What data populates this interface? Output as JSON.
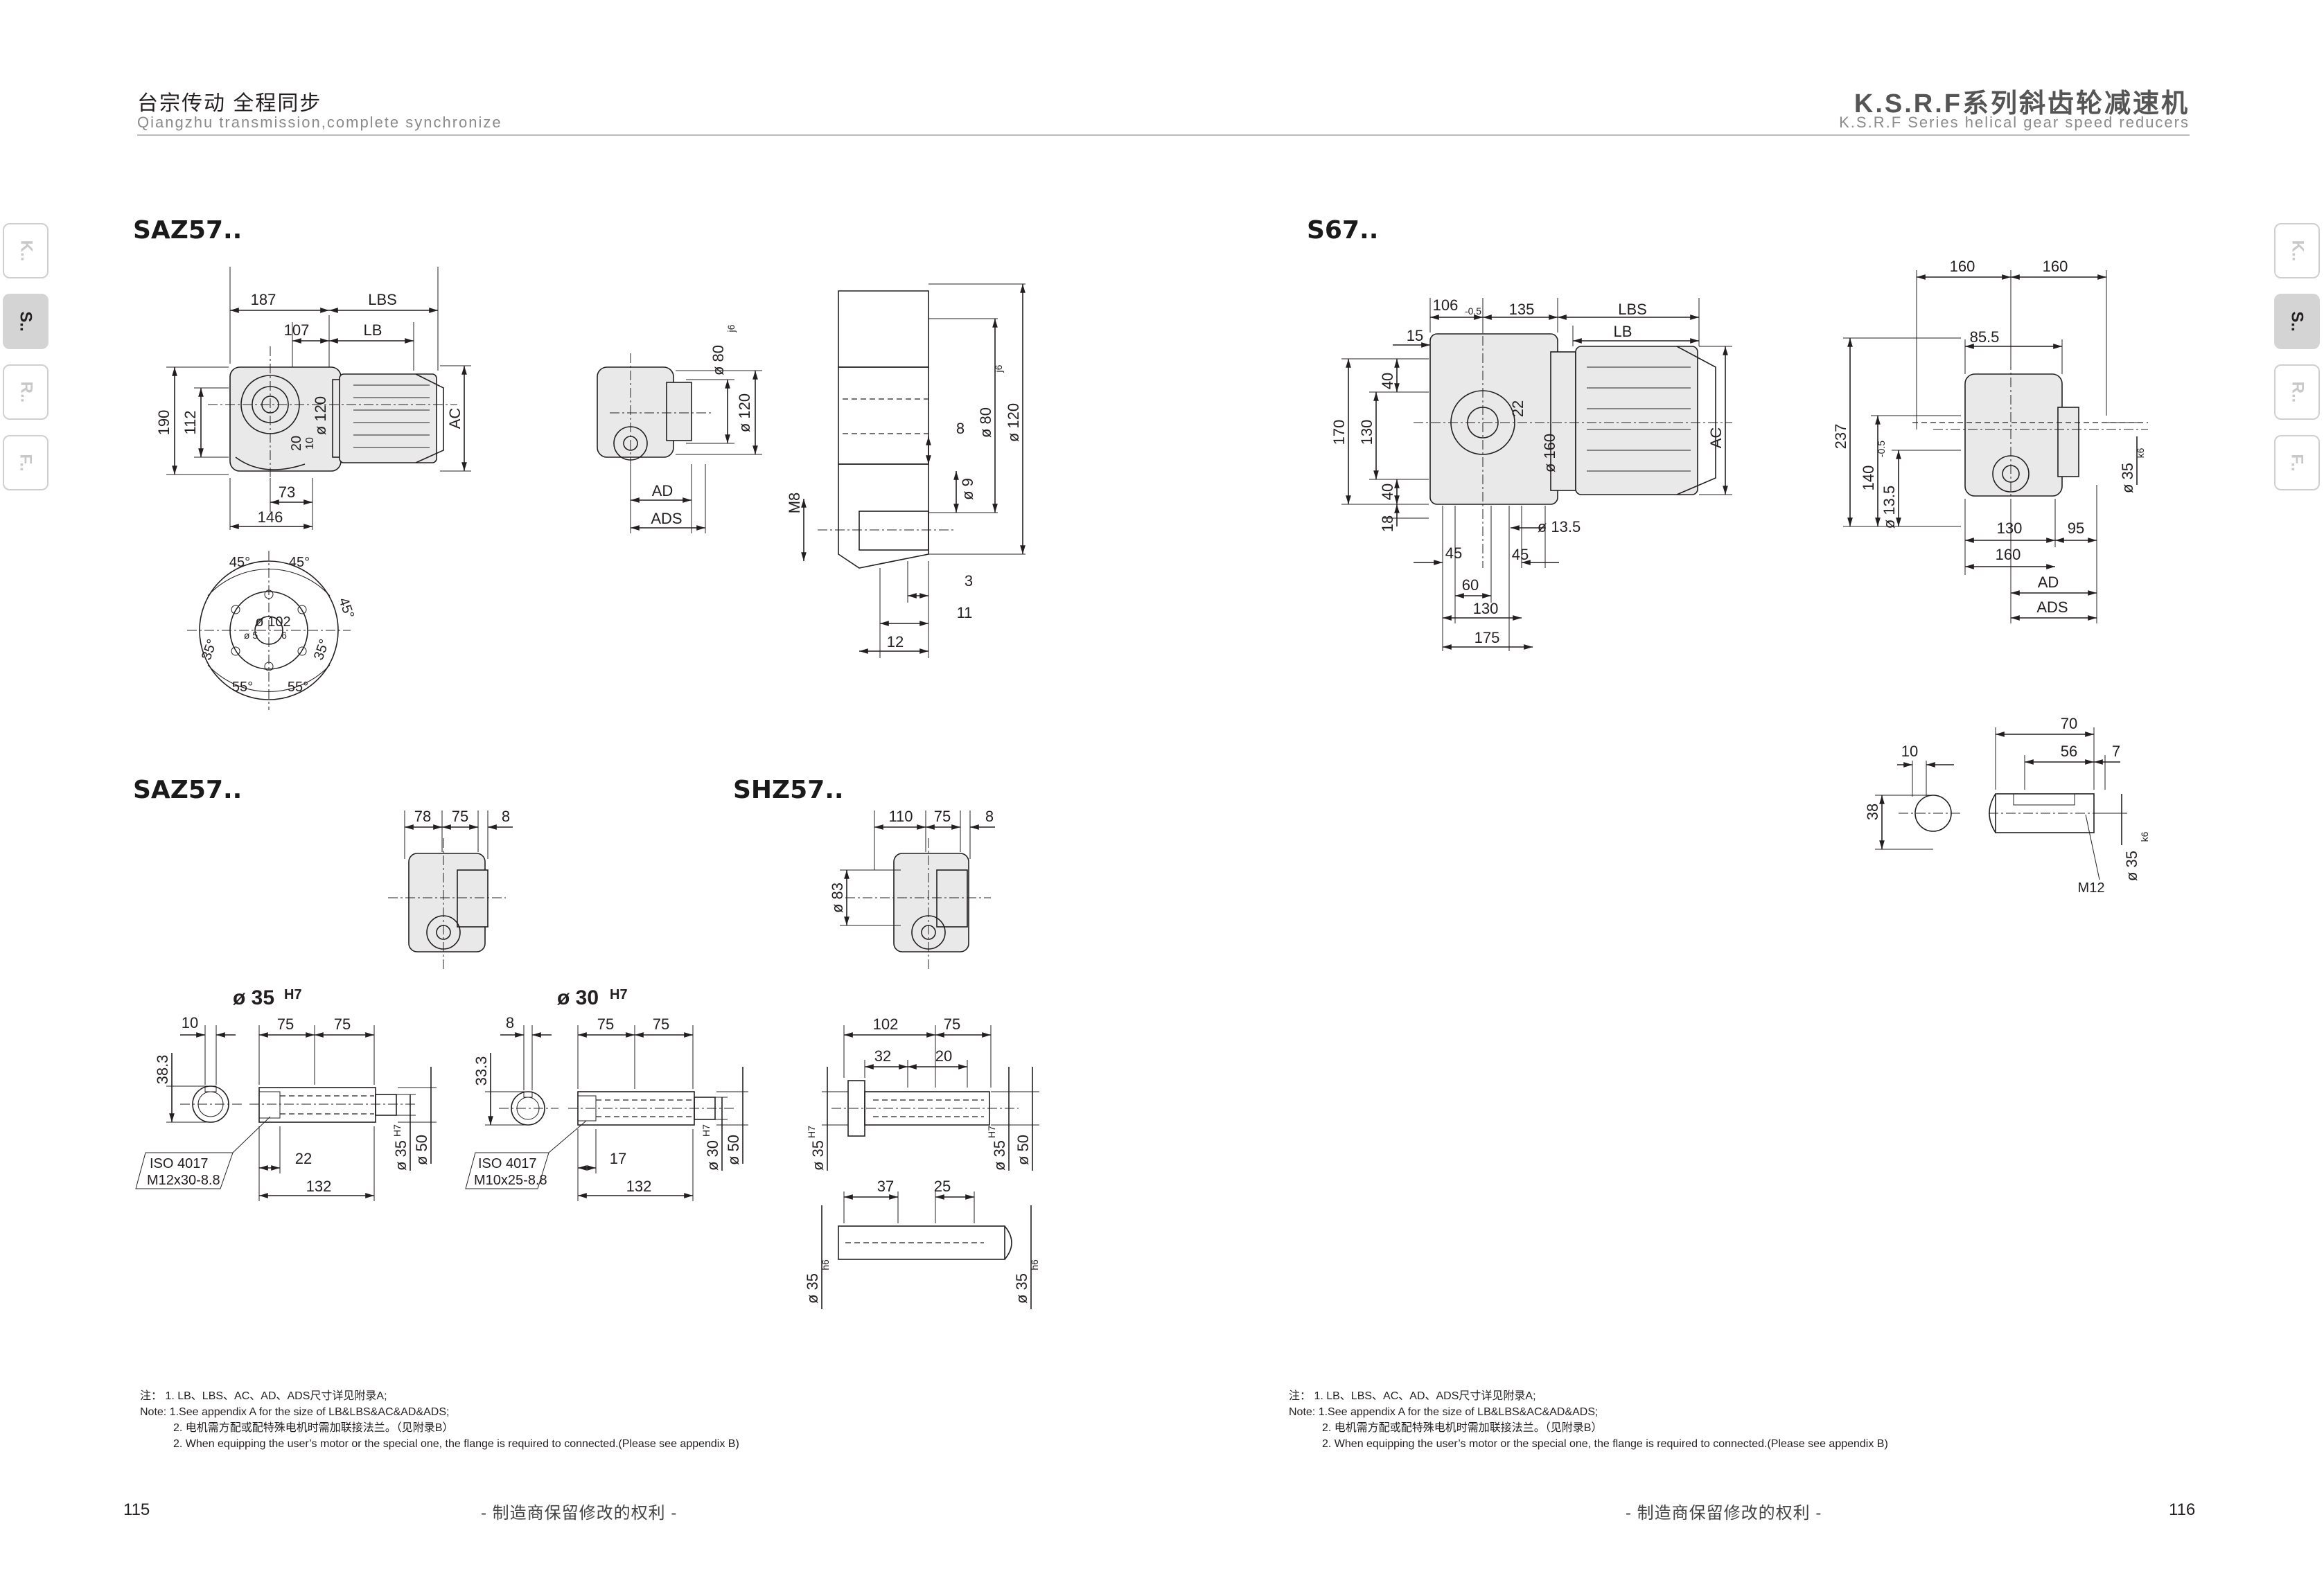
{
  "header": {
    "left_cn": "台宗传动   全程同步",
    "left_en": "Qiangzhu transmission,complete synchronize",
    "right_cn": "K.S.R.F系列斜齿轮减速机",
    "right_en": "K.S.R.F Series helical gear speed reducers"
  },
  "side_tabs": {
    "items": [
      {
        "label": "K..",
        "active": false
      },
      {
        "label": "S..",
        "active": true
      },
      {
        "label": "R..",
        "active": false
      },
      {
        "label": "F..",
        "active": false
      }
    ]
  },
  "sections": {
    "saz57_top": "SAZ57..",
    "s67": "S67..",
    "saz57_bottom": "SAZ57..",
    "shz57": "SHZ57.."
  },
  "dims": {
    "saz_front": {
      "d187": "187",
      "lbs": "LBS",
      "d107": "107",
      "lb": "LB",
      "d190": "190",
      "d112": "112",
      "d120": "ø 120",
      "d20": "20",
      "d10": "10",
      "ac": "AC",
      "d73": "73",
      "d146": "146"
    },
    "saz_flange": {
      "a45a": "45°",
      "a45b": "45°",
      "a45c": "45°",
      "a35a": "35°",
      "a35b": "35°",
      "a55a": "55°",
      "a55b": "55°",
      "d102": "ø 102",
      "d5": "ø 5",
      "d6": "6"
    },
    "saz_side": {
      "d80": "ø 80",
      "j6": "j6",
      "d120": "ø 120",
      "ad": "AD",
      "ads": "ADS"
    },
    "saz_detail": {
      "d8": "8",
      "d80": "ø 80",
      "j6": "j6",
      "d120": "ø 120",
      "m8": "M8",
      "d9": "ø 9",
      "d3": "3",
      "d11": "11",
      "d12": "12"
    },
    "s67_front": {
      "d106": "106",
      "tol": "-0.5",
      "d135": "135",
      "lbs": "LBS",
      "lb": "LB",
      "d15": "15",
      "d40a": "40",
      "d170": "170",
      "d130": "130",
      "d40b": "40",
      "d18": "18",
      "d22": "22",
      "d160": "ø 160",
      "ac": "AC",
      "d135h": "ø 13.5",
      "d45a": "45",
      "d45b": "45",
      "d60": "60",
      "d130b": "130",
      "d175": "175"
    },
    "s67_side": {
      "d160a": "160",
      "d160b": "160",
      "d855": "85.5",
      "d237": "237",
      "d140": "140",
      "tol": "-0.5",
      "d135": "ø 13.5",
      "d35": "ø 35",
      "k6": "k6",
      "d130": "130",
      "d95": "95",
      "d160c": "160",
      "ad": "AD",
      "ads": "ADS"
    },
    "s67_shaft": {
      "d10": "10",
      "d38": "38",
      "d70": "70",
      "d56": "56",
      "d7": "7",
      "m12": "M12",
      "d35": "ø 35",
      "k6": "k6"
    },
    "saz_b": {
      "d78": "78",
      "d75": "75",
      "d8": "8"
    },
    "shz": {
      "d110": "110",
      "d75": "75",
      "d8": "8",
      "d83": "ø 83"
    },
    "h35": {
      "title": "ø 35",
      "fit": "H7",
      "d10": "10",
      "d75a": "75",
      "d75b": "75",
      "d383": "38.3",
      "iso1": "ISO 4017",
      "iso2": "M12x30-8.8",
      "d22": "22",
      "d132": "132",
      "d35": "ø 35",
      "fit2": "H7",
      "d50": "ø 50"
    },
    "h30": {
      "title": "ø 30",
      "fit": "H7",
      "d8": "8",
      "d75a": "75",
      "d75b": "75",
      "d333": "33.3",
      "iso1": "ISO 4017",
      "iso2": "M10x25-8.8",
      "d17": "17",
      "d132": "132",
      "d30": "ø 30",
      "fit2": "H7",
      "d50": "ø 50"
    },
    "shz_shaft": {
      "d102": "102",
      "d75": "75",
      "d32": "32",
      "d20": "20",
      "d35a": "ø 35",
      "h7a": "H7",
      "d35b": "ø 35",
      "h7b": "H7",
      "d50": "ø 50",
      "d37": "37",
      "d25": "25",
      "d35c": "ø 35",
      "h6a": "h6",
      "d35d": "ø 35",
      "h6b": "h6"
    }
  },
  "notes": {
    "line1": "注：   1. LB、LBS、AC、AD、ADS尺寸详见附录A;",
    "line2": "Note: 1.See appendix A for the size of LB&LBS&AC&AD&ADS;",
    "line3": "2. 电机需方配或配特殊电机时需加联接法兰。（见附录B）",
    "line4": "2. When equipping the user’s motor or the special one, the flange is required to connected.(Please see appendix B)"
  },
  "footer": {
    "left_page": "115",
    "right_page": "116",
    "center": "- 制造商保留修改的权利 -"
  }
}
